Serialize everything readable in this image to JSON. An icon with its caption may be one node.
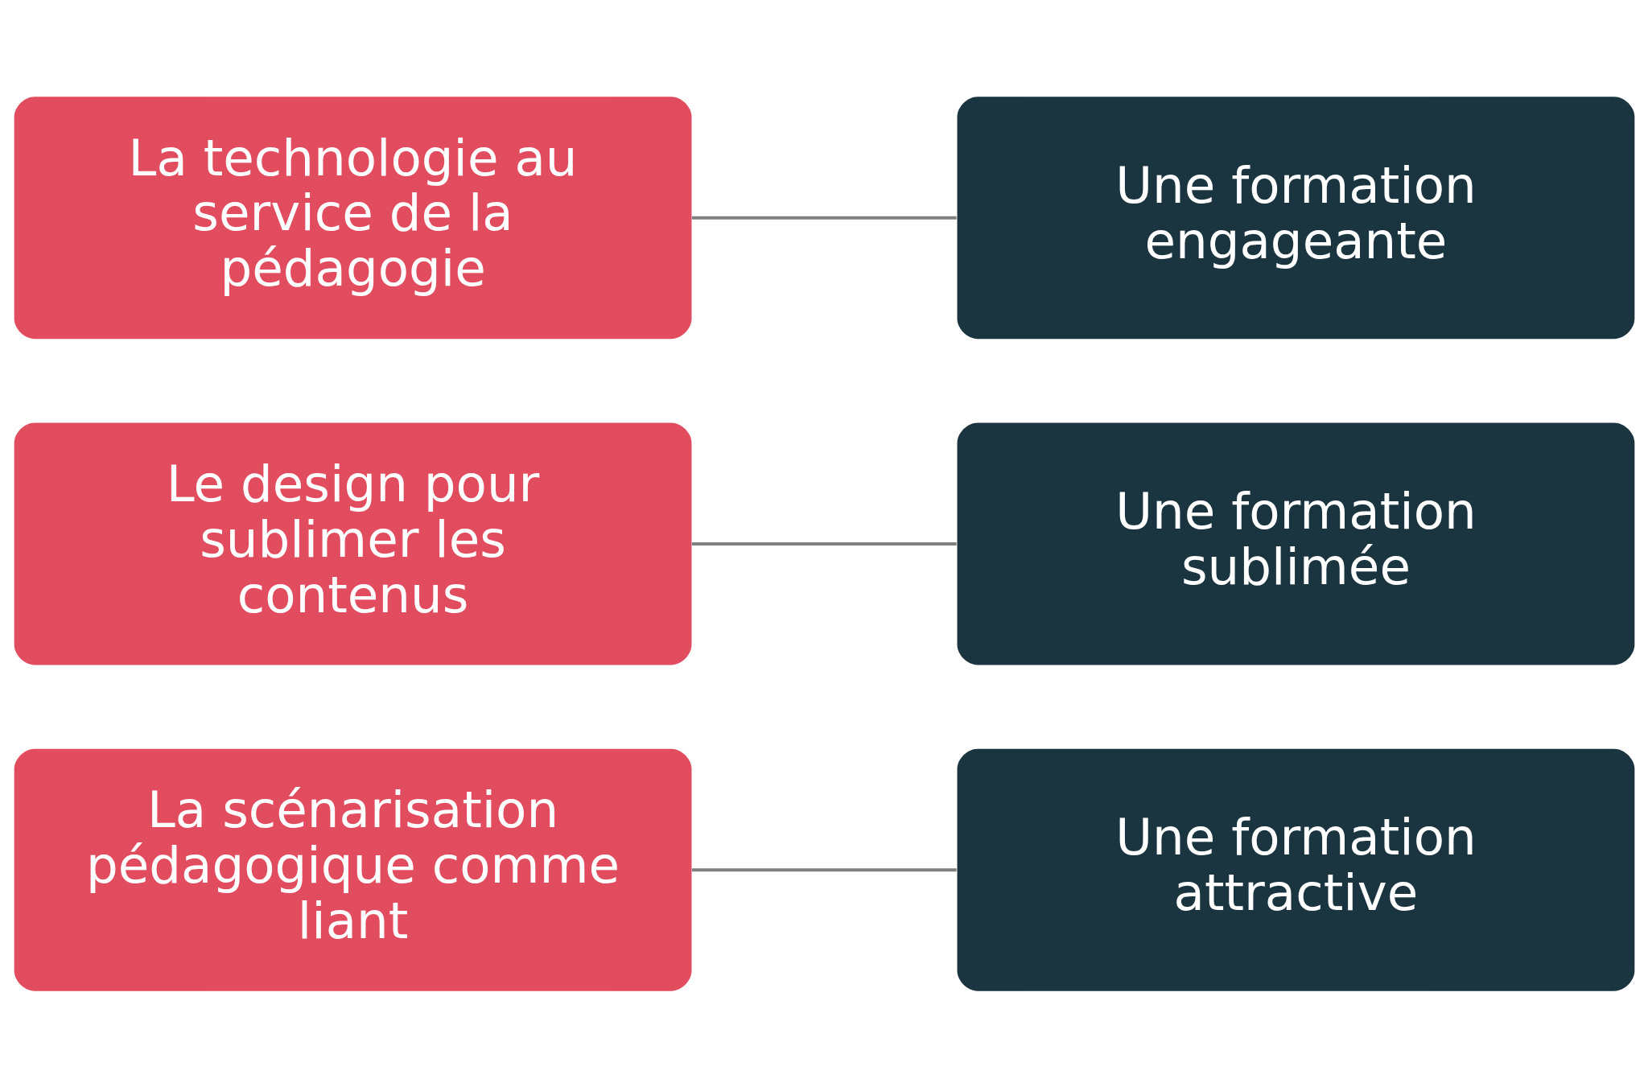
{
  "diagram": {
    "nodes": [
      {
        "text": [
          "La technologie au service de la pédagogie"
        ]
      },
      {
        "text": [
          "Une formation engageante"
        ]
      },
      {
        "text": [
          "Le design pour sublimer les contenus"
        ]
      },
      {
        "text": [
          "Une formation sublimée"
        ]
      },
      {
        "text": [
          "La scénarisation pédagogique comme liant"
        ]
      },
      {
        "text": [
          "Une formation attractive"
        ]
      }
    ],
    "edges": [
      {
        "from": 0,
        "to": 1,
        "arrow": "none"
      },
      {
        "from": 2,
        "to": 3,
        "arrow": "none"
      },
      {
        "from": 4,
        "to": 5,
        "arrow": "none"
      }
    ]
  }
}
